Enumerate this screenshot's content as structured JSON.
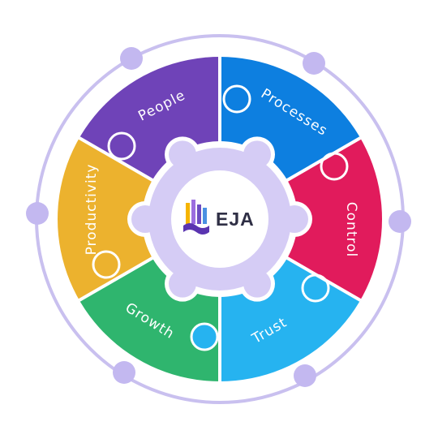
{
  "center": {
    "logo_text": "EJA"
  },
  "segments": [
    {
      "label": "People",
      "color": "#6f43b8"
    },
    {
      "label": "Processes",
      "color": "#0d7fe0"
    },
    {
      "label": "Control",
      "color": "#e11b5c"
    },
    {
      "label": "Trust",
      "color": "#26b3f0"
    },
    {
      "label": "Growth",
      "color": "#2fb56e"
    },
    {
      "label": "Productivity",
      "color": "#ecb22e"
    }
  ],
  "colors": {
    "outer_ring": "#c9c0ef",
    "hub": "#d5ccf5",
    "accent_dot": "#c3b8f0"
  }
}
